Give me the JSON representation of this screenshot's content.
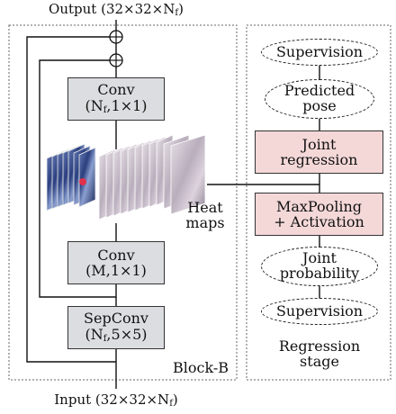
{
  "output_label": {
    "text": "Output (32×32×N",
    "sub": "f",
    "close": ")"
  },
  "input_label": {
    "text": "Input (32×32×N",
    "sub": "f",
    "close": ")"
  },
  "block_b": {
    "caption": "Block-B",
    "conv_top": {
      "title": "Conv",
      "params_pre": "(N",
      "params_sub": "f",
      "params_post": ",1×1)"
    },
    "conv_mid": {
      "title": "Conv",
      "params": "(M,1×1)"
    },
    "sepconv": {
      "title": "SepConv",
      "params_pre": "(N",
      "params_sub": "f",
      "params_post": ",5×5)"
    },
    "heat_maps": {
      "line1": "Heat",
      "line2": "maps"
    }
  },
  "regression_stage": {
    "caption_line1": "Regression",
    "caption_line2": "stage",
    "supervision_top": "Supervision",
    "predicted_pose": {
      "line1": "Predicted",
      "line2": "pose"
    },
    "joint_regression": {
      "line1": "Joint",
      "line2": "regression"
    },
    "maxpooling": {
      "line1": "MaxPooling",
      "line2": "+ Activation"
    },
    "joint_probability": {
      "line1": "Joint",
      "line2": "probability"
    },
    "supervision_bottom": "Supervision"
  },
  "colors": {
    "conv_fill": "#dcdde0",
    "regression_fill": "#f4d8d8",
    "stroke": "#222222"
  }
}
